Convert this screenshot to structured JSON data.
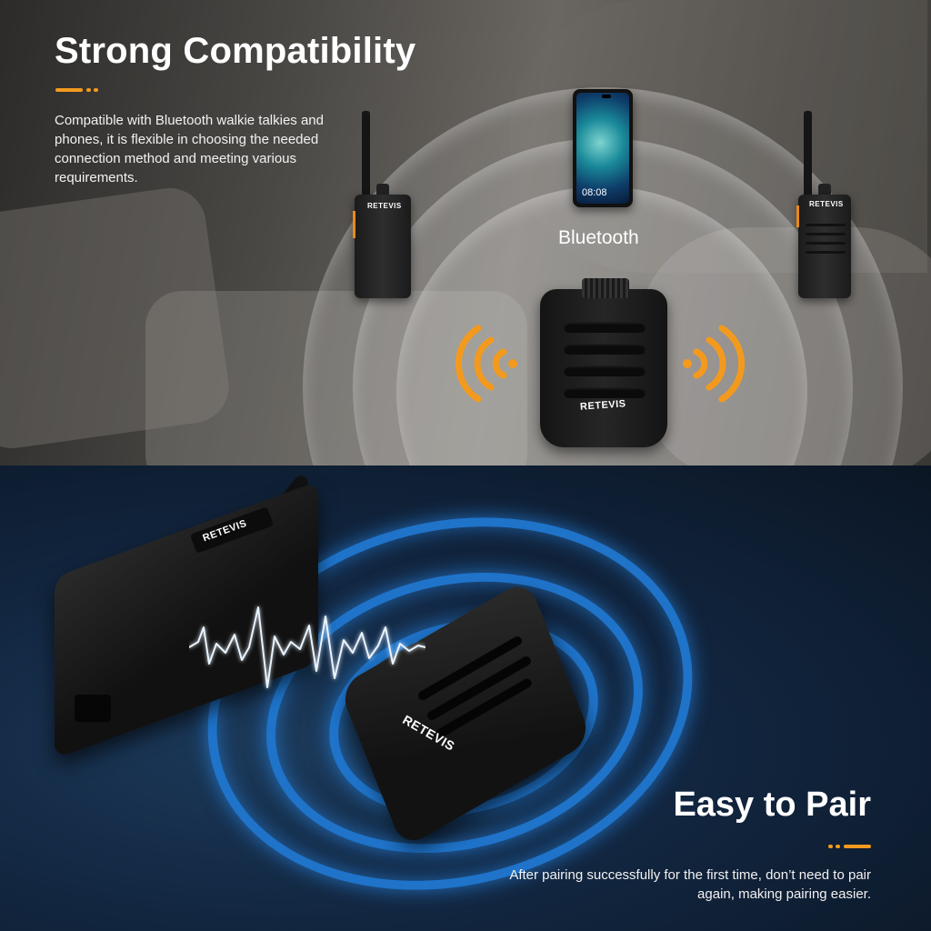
{
  "colors": {
    "accent": "#f39a1e",
    "ring_blue": "#1f73c9",
    "wave_orange": "#f39a1e"
  },
  "top_section": {
    "title": "Strong Compatibility",
    "description": "Compatible with Bluetooth walkie talkies and phones, it is flexible in choosing the needed connection method and meeting various requirements.",
    "bluetooth_label": "Bluetooth",
    "phone_time": "08:08",
    "device_brand": "RETEVIS"
  },
  "bottom_section": {
    "title": "Easy to Pair",
    "description": "After pairing successfully for the first time, don’t need to pair again, making pairing easier.",
    "device_brand": "RETEVIS"
  },
  "icons": [
    "bluetooth-waves-icon",
    "signal-pulse-icon"
  ]
}
